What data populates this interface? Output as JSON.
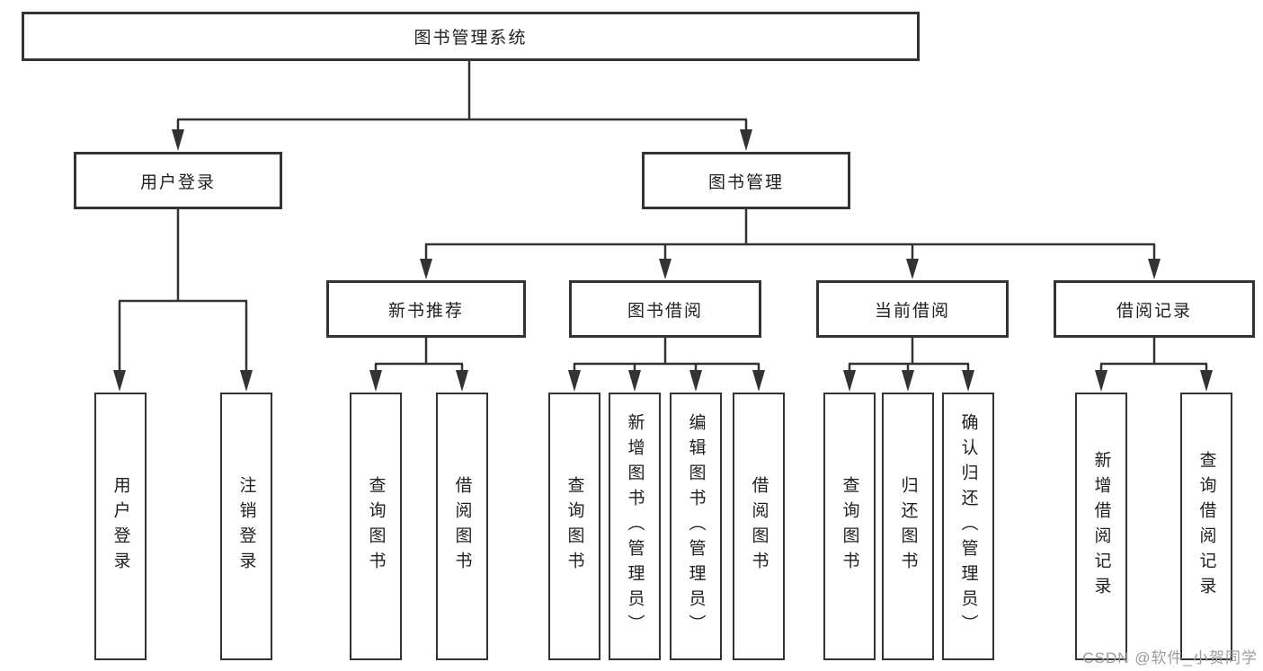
{
  "diagram": {
    "root": {
      "label": "图书管理系统"
    },
    "level1": [
      {
        "label": "用户登录"
      },
      {
        "label": "图书管理"
      }
    ],
    "level2": [
      {
        "label": "新书推荐"
      },
      {
        "label": "图书借阅"
      },
      {
        "label": "当前借阅"
      },
      {
        "label": "借阅记录"
      }
    ],
    "leaves": [
      {
        "label": "用户登录"
      },
      {
        "label": "注销登录"
      },
      {
        "label": "查询图书"
      },
      {
        "label": "借阅图书"
      },
      {
        "label": "查询图书"
      },
      {
        "label": "新增图书（管理员）"
      },
      {
        "label": "编辑图书（管理员）"
      },
      {
        "label": "借阅图书"
      },
      {
        "label": "查询图书"
      },
      {
        "label": "归还图书"
      },
      {
        "label": "确认归还（管理员）"
      },
      {
        "label": "新增借阅记录"
      },
      {
        "label": "查询借阅记录"
      }
    ]
  },
  "watermark": {
    "text": "CSDN @软件_小贺同学"
  },
  "colors": {
    "line": "#333333",
    "text": "#1f1f1f",
    "background": "#ffffff",
    "watermark": "#9c9c9c"
  }
}
